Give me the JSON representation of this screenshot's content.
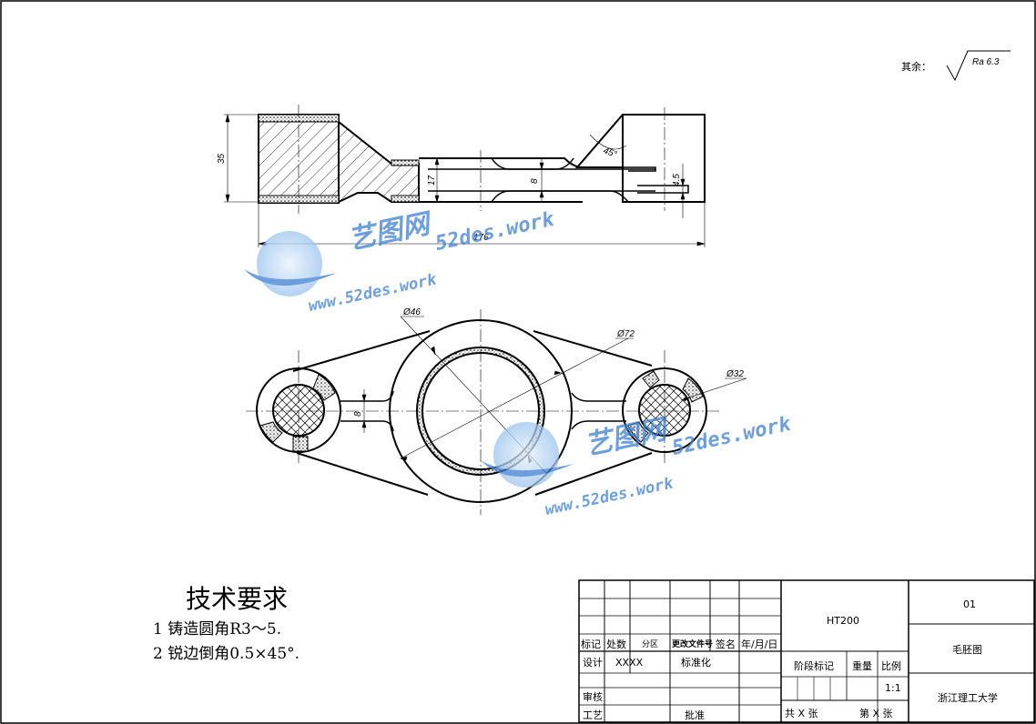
{
  "roughness": {
    "label": "其余：",
    "value": "Ra 6.3"
  },
  "dimensions": {
    "height_35": "35",
    "height_17": "17",
    "height_8_front": "8",
    "height_4_5": "4.5",
    "angle_45": "45°",
    "length_176": "176",
    "dia_46": "Ø46",
    "dia_72": "Ø72",
    "dia_32": "Ø32",
    "web_8": "8"
  },
  "tech": {
    "title": "技术要求",
    "items": [
      "1  铸造圆角R3～5.",
      "2  锐边倒角0.5×45°."
    ]
  },
  "title_block": {
    "material": "HT200",
    "drawing_no": "01",
    "drawing_name": "毛胚图",
    "school": "浙江理工大学",
    "headers": [
      "标记",
      "处数",
      "分区",
      "更改文件号",
      "签名",
      "年/月/日"
    ],
    "design_label": "设计",
    "design_value": "XXXX",
    "standard_label": "标准化",
    "review_label": "审核",
    "process_label": "工艺",
    "approve_label": "批准",
    "stage_label": "阶段标记",
    "weight_label": "重量",
    "scale_label": "比例",
    "scale_value": "1:1",
    "sheets_total": "共 X 张",
    "sheet_no": "第 X 张"
  },
  "watermark": {
    "cn": "艺图网",
    "en": "52des.work",
    "url": "www.52des.work"
  },
  "colors": {
    "line": "#000000",
    "watermark": "#3d7fd3",
    "watermark_light": "#9cc4ef"
  }
}
